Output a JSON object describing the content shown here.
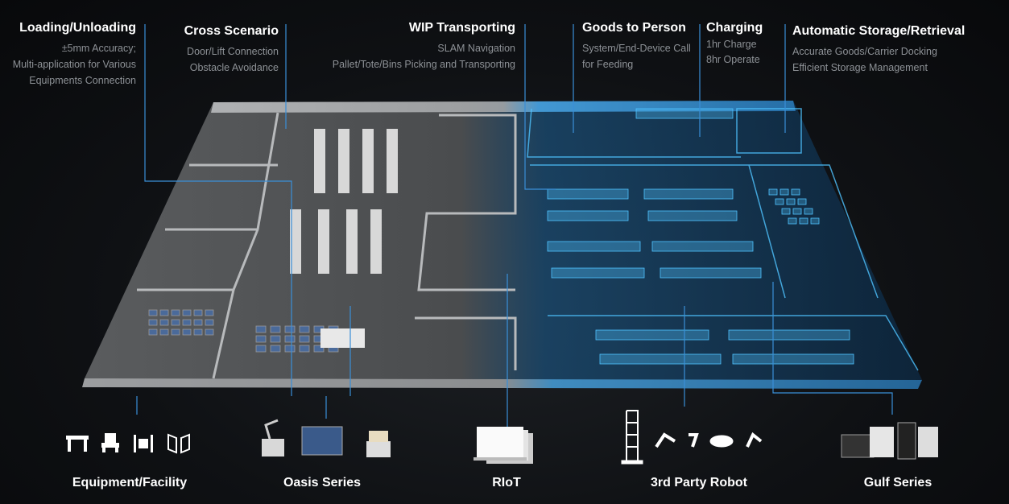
{
  "features": [
    {
      "title": "Loading/Unloading",
      "lines": [
        "±5mm Accuracy;",
        "Multi-application for Various",
        "Equipments Connection"
      ]
    },
    {
      "title": "Cross Scenario",
      "lines": [
        "Door/Lift Connection",
        "Obstacle Avoidance"
      ]
    },
    {
      "title": "WIP Transporting",
      "lines": [
        "SLAM Navigation",
        "Pallet/Tote/Bins Picking and Transporting"
      ]
    },
    {
      "title": "Goods to Person",
      "lines": [
        "System/End-Device Call",
        "for Feeding"
      ]
    },
    {
      "title": "Charging",
      "lines": [
        "1hr Charge",
        "8hr Operate"
      ]
    },
    {
      "title": "Automatic Storage/Retrieval",
      "lines": [
        "Accurate  Goods/Carrier Docking",
        "Efficient Storage Management"
      ]
    }
  ],
  "products": [
    {
      "label": "Equipment/Facility",
      "icon": "equipment-icons"
    },
    {
      "label": "Oasis Series",
      "icon": "oasis-robots"
    },
    {
      "label": "RIoT",
      "icon": "riot-screens"
    },
    {
      "label": "3rd Party Robot",
      "icon": "robot-arms"
    },
    {
      "label": "Gulf Series",
      "icon": "gulf-robots"
    }
  ],
  "colors": {
    "accent": "#3a8fd8",
    "floor": "#555759",
    "digital": "#4fc3ff"
  }
}
